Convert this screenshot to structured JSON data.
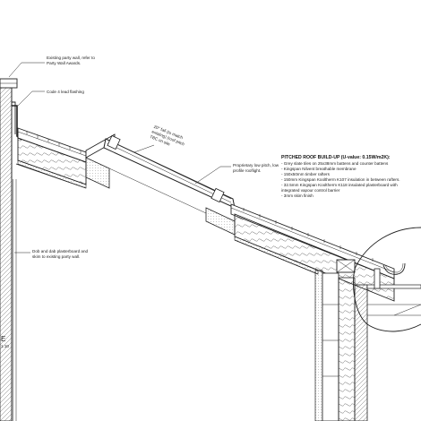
{
  "annotations": {
    "party_wall": [
      "Existing party wall, refer to",
      "Party Wall Awards."
    ],
    "lead_flashing": "Code 4 lead flashing",
    "fall": [
      "20° fall (to match",
      "existing) (roof pitch",
      "TBC on site"
    ],
    "rooflight": [
      "Proprietary low pitch, low",
      "profile rooflight."
    ],
    "plasterboard": [
      "Dob and dab plasterboard and",
      "skim to existing party wall."
    ]
  },
  "buildup": {
    "title": "PITCHED ROOF BUILD-UP (U-value: 0.15W/m2K):",
    "lines": [
      "- Grey slate tiles on 25x38mm battens and counter battens",
      "- Kingspan Nilvent breathable membrane",
      "- 150x50mm timber rafters",
      "- 150mm Kingspan Kooltherm K107 insulation in between rafters.",
      "- 32.5mm Kingspan Kooltherm K118 insulated plasterboard with",
      "  integrated vapour control barrier",
      "- 3mm skim finish"
    ]
  },
  "section_title": {
    "letter": "E",
    "scale": "1:10"
  },
  "icons": {
    "rooflight": "rooflight-section-icon",
    "gutter": "gutter-icon"
  }
}
